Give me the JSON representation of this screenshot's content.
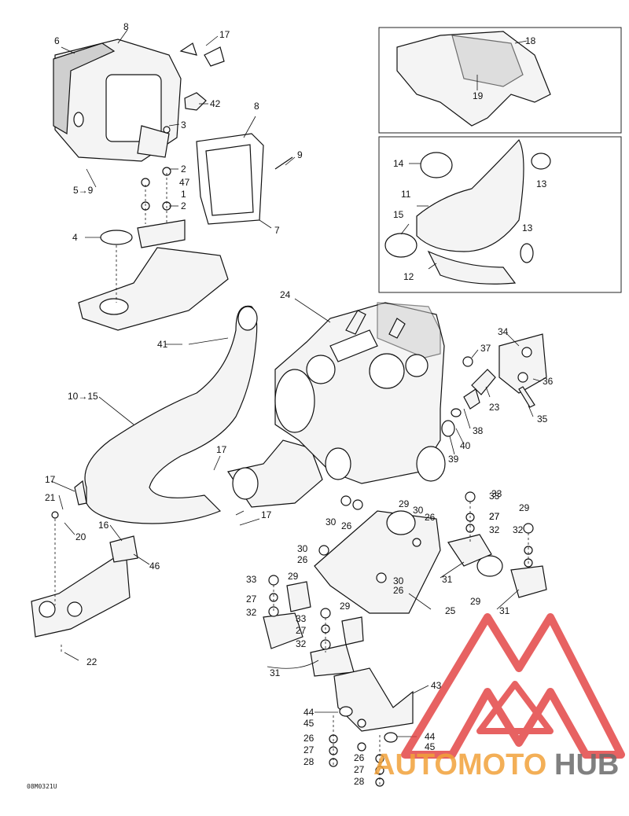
{
  "diagram": {
    "reference_code": "08M0321U",
    "callouts": [
      {
        "id": "c6",
        "text": "6"
      },
      {
        "id": "c8a",
        "text": "8"
      },
      {
        "id": "c17a",
        "text": "17"
      },
      {
        "id": "c42",
        "text": "42"
      },
      {
        "id": "c3",
        "text": "3"
      },
      {
        "id": "c2a",
        "text": "2"
      },
      {
        "id": "c47",
        "text": "47"
      },
      {
        "id": "c1",
        "text": "1"
      },
      {
        "id": "c2b",
        "text": "2"
      },
      {
        "id": "c8b",
        "text": "8"
      },
      {
        "id": "c9",
        "text": "9"
      },
      {
        "id": "c7",
        "text": "7"
      },
      {
        "id": "c5to9",
        "text": "5→9"
      },
      {
        "id": "c4",
        "text": "4"
      },
      {
        "id": "c18",
        "text": "18"
      },
      {
        "id": "c19",
        "text": "19"
      },
      {
        "id": "c14",
        "text": "14"
      },
      {
        "id": "c13a",
        "text": "13"
      },
      {
        "id": "c11",
        "text": "11"
      },
      {
        "id": "c15",
        "text": "15"
      },
      {
        "id": "c13b",
        "text": "13"
      },
      {
        "id": "c12",
        "text": "12"
      },
      {
        "id": "c24",
        "text": "24"
      },
      {
        "id": "c34",
        "text": "34"
      },
      {
        "id": "c37",
        "text": "37"
      },
      {
        "id": "c41",
        "text": "41"
      },
      {
        "id": "c36",
        "text": "36"
      },
      {
        "id": "c10to15",
        "text": "10→15"
      },
      {
        "id": "c23",
        "text": "23"
      },
      {
        "id": "c35",
        "text": "35"
      },
      {
        "id": "c38",
        "text": "38"
      },
      {
        "id": "c39",
        "text": "39"
      },
      {
        "id": "c40",
        "text": "40"
      },
      {
        "id": "c17b",
        "text": "17"
      },
      {
        "id": "c17c",
        "text": "17"
      },
      {
        "id": "c21",
        "text": "21"
      },
      {
        "id": "c20",
        "text": "20"
      },
      {
        "id": "c17d",
        "text": "17"
      },
      {
        "id": "c16",
        "text": "16"
      },
      {
        "id": "c46",
        "text": "46"
      },
      {
        "id": "c22",
        "text": "22"
      },
      {
        "id": "c33a",
        "text": "33"
      },
      {
        "id": "c27a",
        "text": "27"
      },
      {
        "id": "c32a",
        "text": "32"
      },
      {
        "id": "c29a",
        "text": "29"
      },
      {
        "id": "c30a",
        "text": "30"
      },
      {
        "id": "c26a",
        "text": "26"
      },
      {
        "id": "c29b",
        "text": "29"
      },
      {
        "id": "c30b",
        "text": "30"
      },
      {
        "id": "c26b",
        "text": "26"
      },
      {
        "id": "c33b",
        "text": "33"
      },
      {
        "id": "c27b",
        "text": "27"
      },
      {
        "id": "c32b",
        "text": "32"
      },
      {
        "id": "c30c",
        "text": "30"
      },
      {
        "id": "c26c",
        "text": "26"
      },
      {
        "id": "c31a",
        "text": "31"
      },
      {
        "id": "c33c",
        "text": "33"
      },
      {
        "id": "c27c",
        "text": "27"
      },
      {
        "id": "c29c",
        "text": "29"
      },
      {
        "id": "c30d",
        "text": "30"
      },
      {
        "id": "c26d",
        "text": "26"
      },
      {
        "id": "c25",
        "text": "25"
      },
      {
        "id": "c29d",
        "text": "29"
      },
      {
        "id": "c31b",
        "text": "31"
      },
      {
        "id": "c32c",
        "text": "32"
      },
      {
        "id": "c29e",
        "text": "29"
      },
      {
        "id": "c33d",
        "text": "33"
      },
      {
        "id": "c27d",
        "text": "27"
      },
      {
        "id": "c32d",
        "text": "32"
      },
      {
        "id": "c31c",
        "text": "31"
      },
      {
        "id": "c43",
        "text": "43"
      },
      {
        "id": "c44a",
        "text": "44"
      },
      {
        "id": "c45a",
        "text": "45"
      },
      {
        "id": "c26e",
        "text": "26"
      },
      {
        "id": "c27e",
        "text": "27"
      },
      {
        "id": "c28a",
        "text": "28"
      },
      {
        "id": "c44b",
        "text": "44"
      },
      {
        "id": "c45b",
        "text": "45"
      },
      {
        "id": "c26f",
        "text": "26"
      },
      {
        "id": "c27f",
        "text": "27"
      },
      {
        "id": "c28b",
        "text": "28"
      }
    ]
  },
  "watermark": {
    "brand_part1": "AUTOMOTO",
    "brand_part2": "HUB",
    "logo_color": "#e23b3b",
    "accent_color": "#f2a23a"
  }
}
